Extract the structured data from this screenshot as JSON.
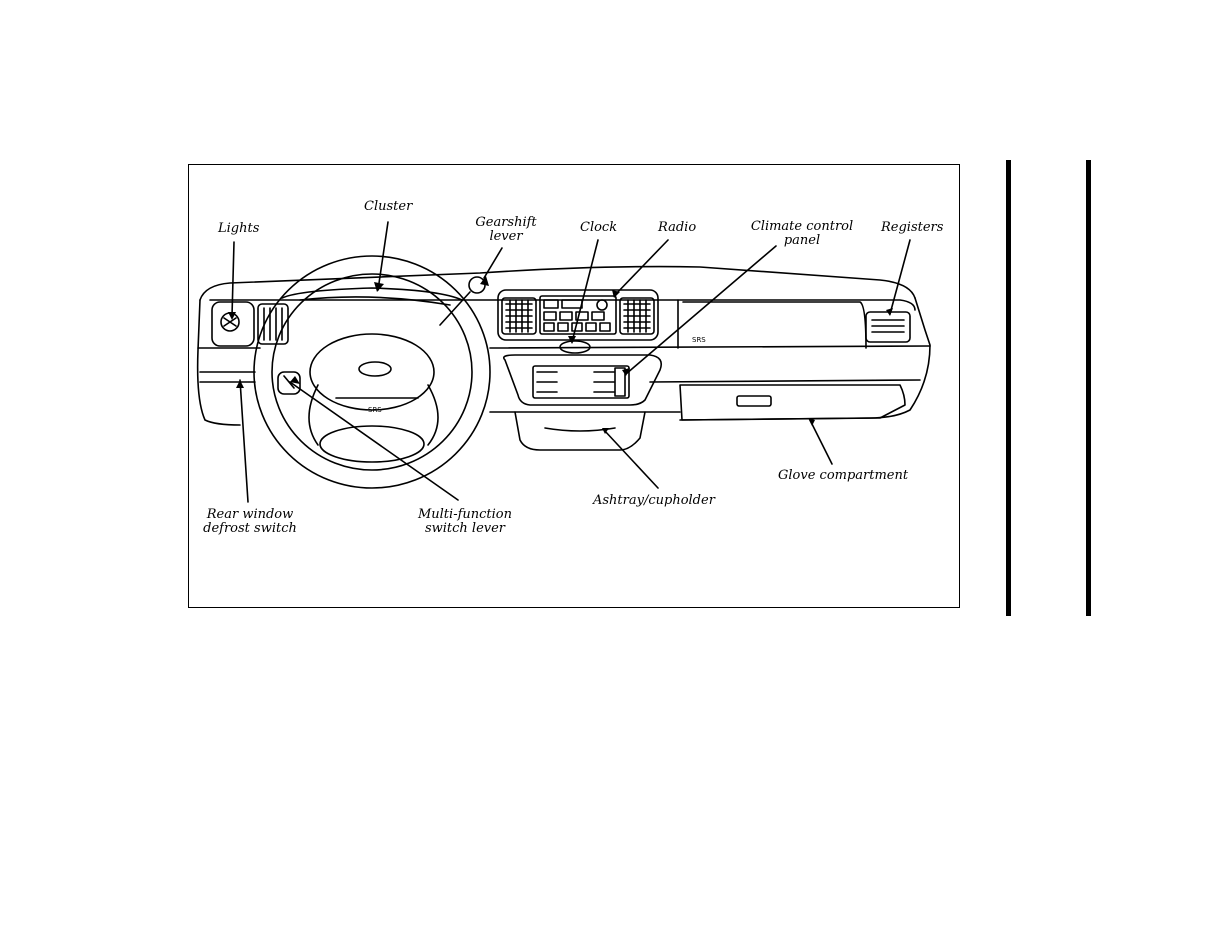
{
  "labels": {
    "lights": "Lights",
    "cluster": "Cluster",
    "gearshift_1": "Gearshift",
    "gearshift_2": "lever",
    "clock": "Clock",
    "radio": "Radio",
    "climate_1": "Climate control",
    "climate_2": "panel",
    "registers": "Registers",
    "rear_window_1": "Rear window",
    "rear_window_2": "defrost switch",
    "multifunction_1": "Multi-function",
    "multifunction_2": "switch lever",
    "ashtray": "Ashtray/cupholder",
    "glove": "Glove compartment"
  },
  "markings": {
    "airbag_srs": "SRS",
    "passenger_srs": "SRS"
  }
}
